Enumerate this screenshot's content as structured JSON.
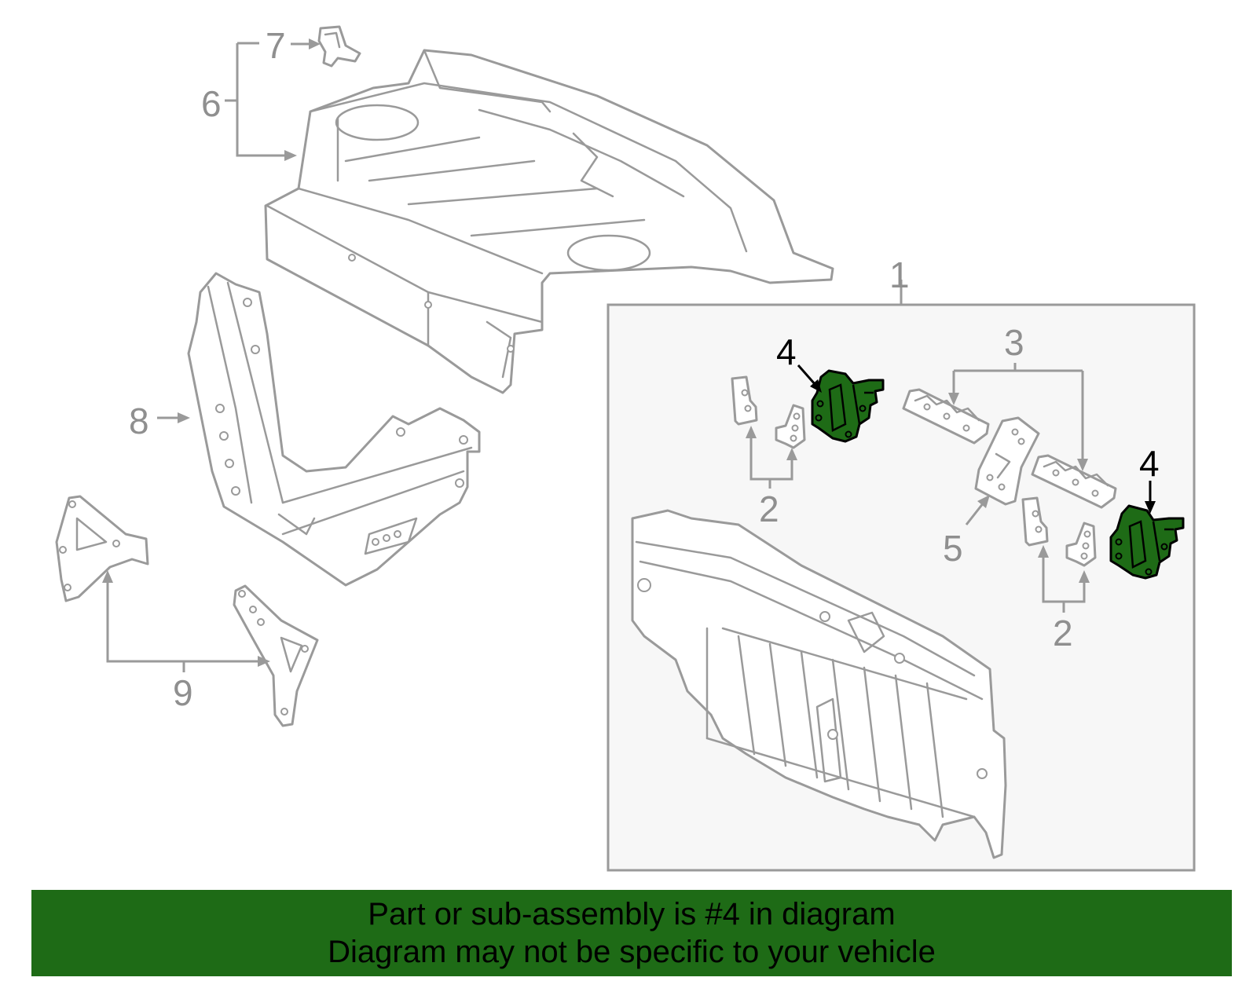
{
  "callouts": {
    "c1": "1",
    "c2a": "2",
    "c2b": "2",
    "c3": "3",
    "c4a": "4",
    "c4b": "4",
    "c5": "5",
    "c6": "6",
    "c7": "7",
    "c8": "8",
    "c9": "9"
  },
  "banner": {
    "line1": "Part or sub-assembly is #4 in diagram",
    "line2": "Diagram may not be specific to your vehicle"
  },
  "colors": {
    "highlight": "#1e6b16",
    "banner_bg": "#1e6b16",
    "line_gray": "#9a9a9a",
    "inset_bg": "#f7f7f7"
  }
}
